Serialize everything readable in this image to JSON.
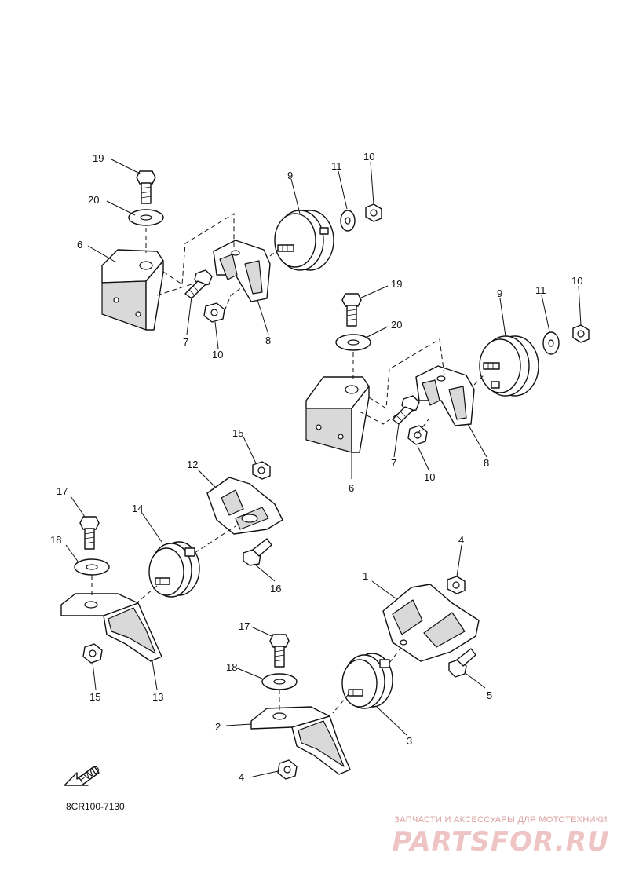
{
  "diagram": {
    "reference_code": "8CR100-7130",
    "fwd_label": "FWD",
    "callouts": {
      "c19a": "19",
      "c20a": "20",
      "c6a": "6",
      "c7a": "7",
      "c10a": "10",
      "c8a": "8",
      "c9a": "9",
      "c11a": "11",
      "c10b": "10",
      "c19b": "19",
      "c20b": "20",
      "c6b": "6",
      "c7b": "7",
      "c10c": "10",
      "c8b": "8",
      "c9b": "9",
      "c11b": "11",
      "c10d": "10",
      "c15a": "15",
      "c12": "12",
      "c17a": "17",
      "c14": "14",
      "c18a": "18",
      "c16": "16",
      "c15b": "15",
      "c13": "13",
      "c4a": "4",
      "c1": "1",
      "c5": "5",
      "c17b": "17",
      "c18b": "18",
      "c2": "2",
      "c3": "3",
      "c4b": "4"
    }
  },
  "watermark": {
    "tagline": "ЗАПЧАСТИ И АКСЕССУАРЫ ДЛЯ МОТОТЕХНИКИ",
    "logo": "PARTSFOR.RU"
  }
}
